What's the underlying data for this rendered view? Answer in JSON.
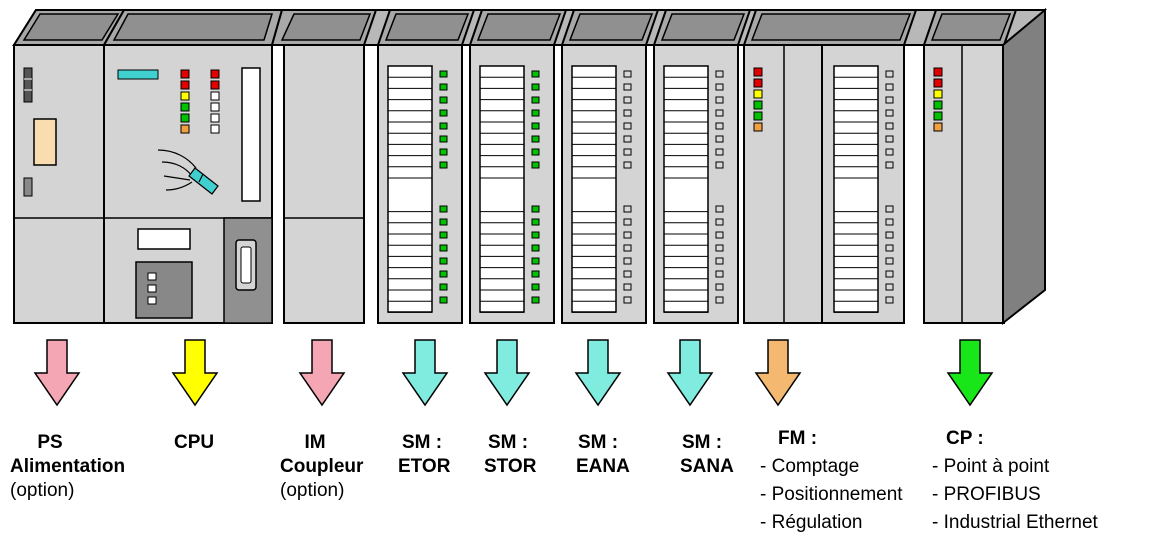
{
  "modules": [
    {
      "id": "ps",
      "arrow_color": "#f4a6b4",
      "name": "PS",
      "lines": [
        "Alimentation",
        "(option)"
      ]
    },
    {
      "id": "cpu",
      "arrow_color": "#ffff00",
      "name": "CPU",
      "lines": []
    },
    {
      "id": "im",
      "arrow_color": "#f4a6b4",
      "name": "IM",
      "lines": [
        "Coupleur",
        "(option)"
      ]
    },
    {
      "id": "etor",
      "arrow_color": "#80ece0",
      "name": "SM :",
      "lines": [
        "ETOR"
      ]
    },
    {
      "id": "stor",
      "arrow_color": "#80ece0",
      "name": "SM :",
      "lines": [
        "STOR"
      ]
    },
    {
      "id": "eana",
      "arrow_color": "#80ece0",
      "name": "SM :",
      "lines": [
        "EANA"
      ]
    },
    {
      "id": "sana",
      "arrow_color": "#80ece0",
      "name": "SM :",
      "lines": [
        "SANA"
      ]
    },
    {
      "id": "fm",
      "arrow_color": "#f4b870",
      "name": "FM :",
      "lines": [
        "- Comptage",
        "- Positionnement",
        "- Régulation"
      ]
    },
    {
      "id": "cp",
      "arrow_color": "#19e619",
      "name": "CP :",
      "lines": [
        "- Point à point",
        "- PROFIBUS",
        "- Industrial Ethernet"
      ]
    }
  ],
  "colors": {
    "module_face": "#d4d4d4",
    "module_top": "#a8a8a8",
    "module_side": "#808080",
    "outline": "#000000",
    "led_green": "#00c000",
    "led_red": "#e00000",
    "led_yellow": "#ffff00",
    "led_orange": "#f0a040",
    "cpu_brand": "#40d0d0",
    "ps_plate": "#f9ddb0"
  }
}
